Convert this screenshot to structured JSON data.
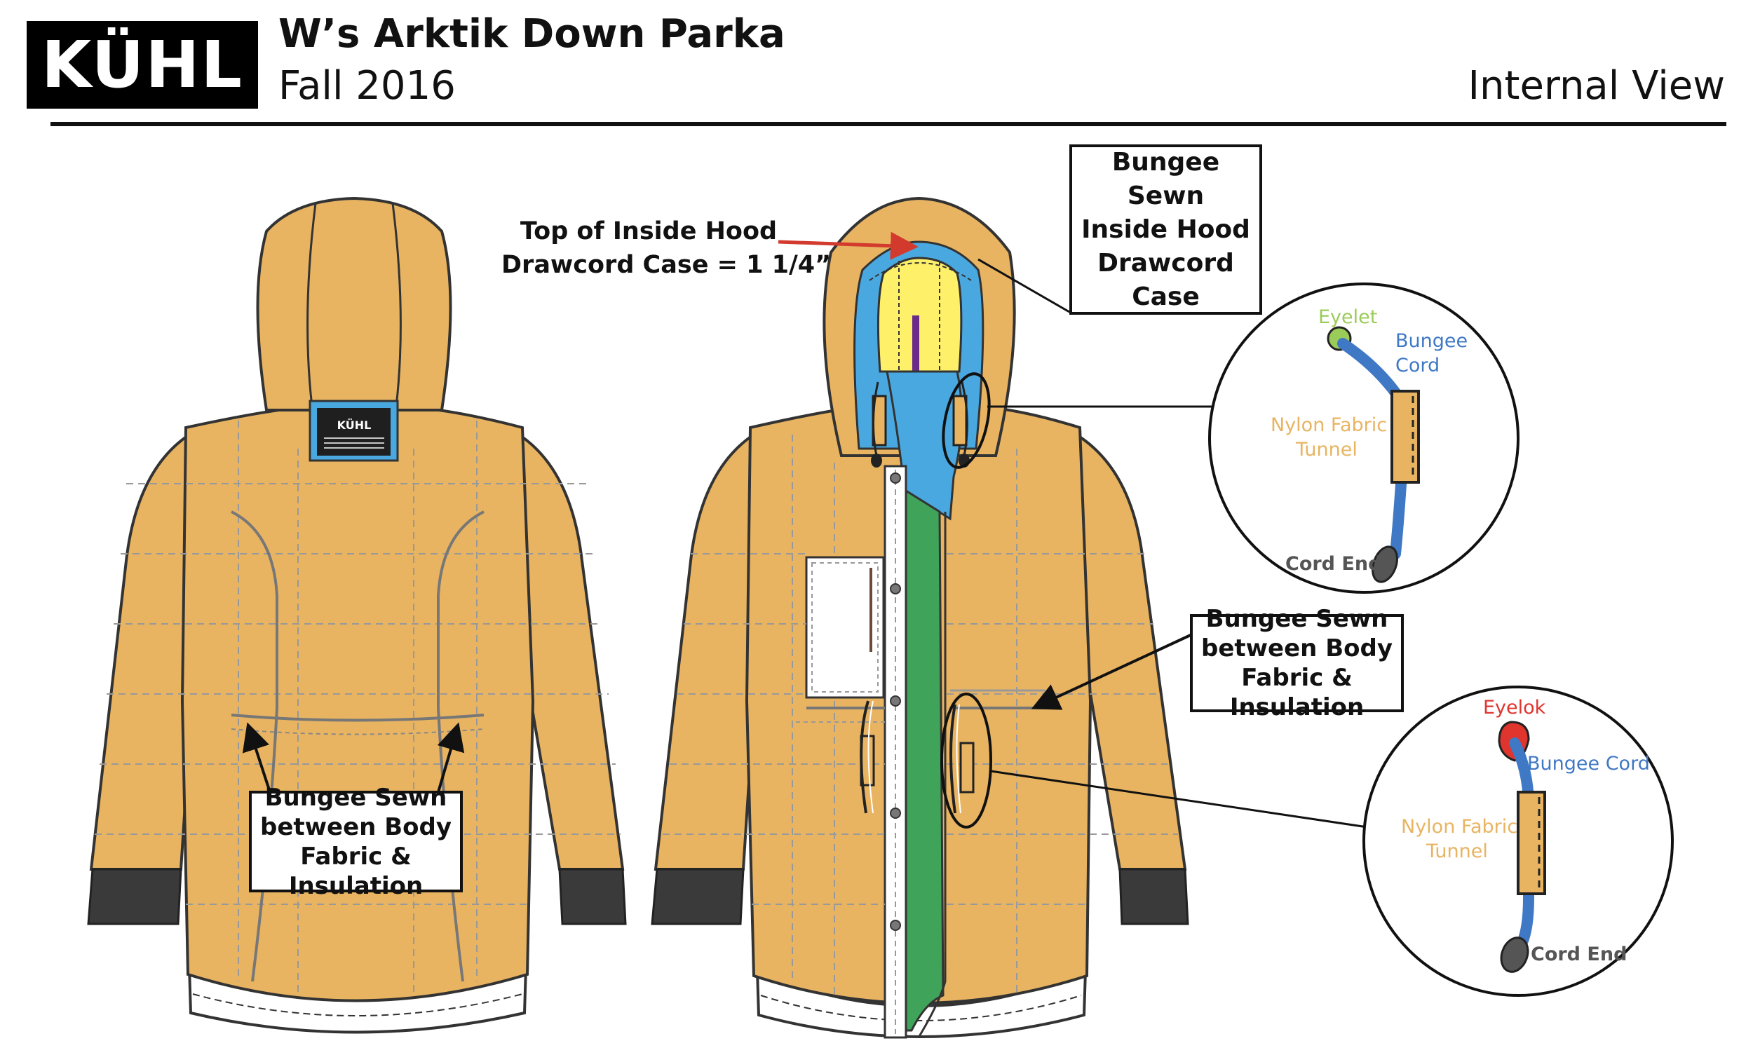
{
  "header": {
    "brand": "KÜHL",
    "title": "W’s Arktik Down Parka",
    "season": "Fall 2016",
    "view": "Internal View"
  },
  "callouts": {
    "back_bungee": [
      "Bungee Sewn",
      "between Body",
      "Fabric & Insulation"
    ],
    "front_bungee": [
      "Bungee Sewn",
      "between Body",
      "Fabric & Insulation"
    ],
    "hood_bungee": [
      "Bungee Sewn",
      "Inside Hood",
      "Drawcord",
      "Case"
    ],
    "hood_case_top": [
      "Top of Inside Hood",
      "Drawcord Case = 1 1/4”"
    ]
  },
  "detail_hood": {
    "eyelet": "Eyelet",
    "bungee_cord": [
      "Bungee",
      "Cord"
    ],
    "tunnel": [
      "Nylon Fabric",
      "Tunnel"
    ],
    "cord_end": "Cord End"
  },
  "detail_waist": {
    "eyelok": "Eyelok",
    "bungee_cord": "Bungee Cord",
    "tunnel": [
      "Nylon Fabric",
      "Tunnel"
    ],
    "cord_end": "Cord End"
  },
  "colors": {
    "shell": "#E8B462",
    "lining_stroke": "#555555",
    "cuff": "#3A3A3A",
    "hood_lining": "#FFF06A",
    "collar": "#4AA8E0",
    "placket": "#3FA35A",
    "eyelet": "#9BCB58",
    "eyelok": "#E0342E",
    "bungee": "#3F78C4",
    "arrow_red": "#D23A2E"
  }
}
